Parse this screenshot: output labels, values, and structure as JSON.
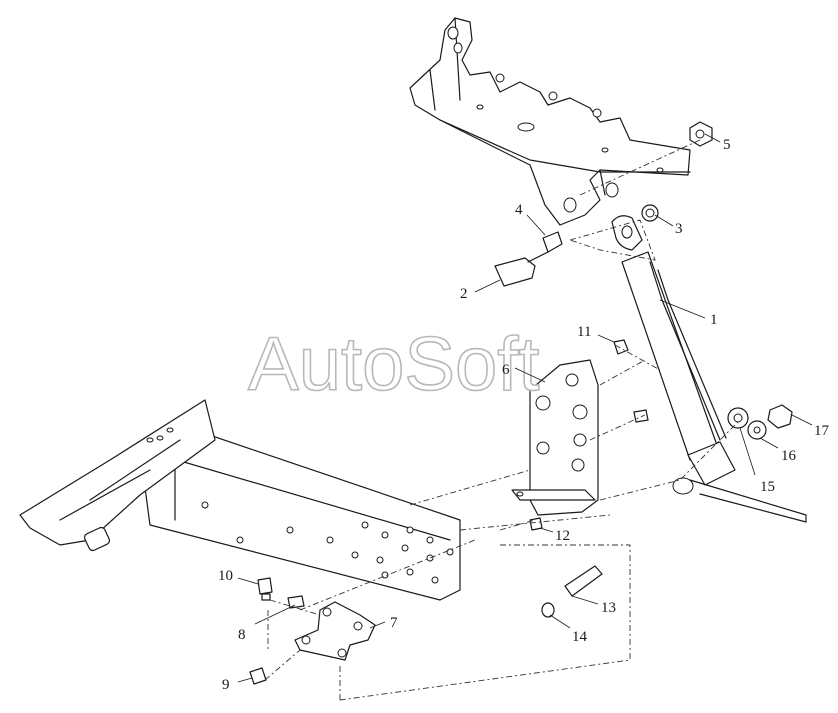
{
  "watermark": "AutoSoft",
  "callouts": [
    "1",
    "2",
    "3",
    "4",
    "5",
    "6",
    "7",
    "8",
    "9",
    "10",
    "11",
    "12",
    "13",
    "14",
    "15",
    "16",
    "17"
  ]
}
